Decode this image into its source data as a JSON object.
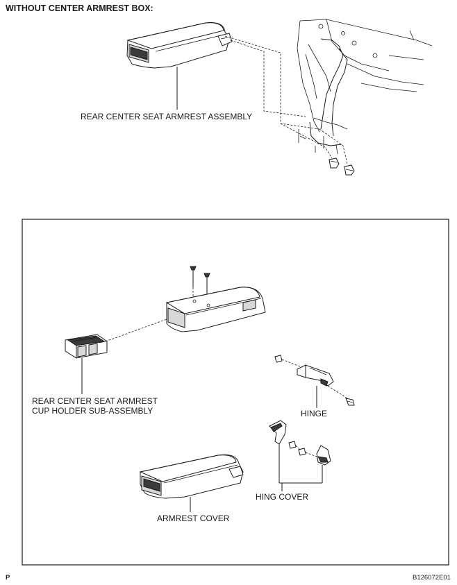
{
  "header": {
    "title": "WITHOUT CENTER ARMREST BOX:"
  },
  "labels": {
    "armrest_assembly": "REAR CENTER SEAT ARMREST ASSEMBLY",
    "cup_holder_line1": "REAR CENTER SEAT ARMREST",
    "cup_holder_line2": "CUP HOLDER SUB-ASSEMBLY",
    "hinge": "HINGE",
    "hinge_cover": "HING COVER",
    "armrest_cover": "ARMREST COVER"
  },
  "footer": {
    "left_mark": "P",
    "figure_code": "B126072E01"
  }
}
